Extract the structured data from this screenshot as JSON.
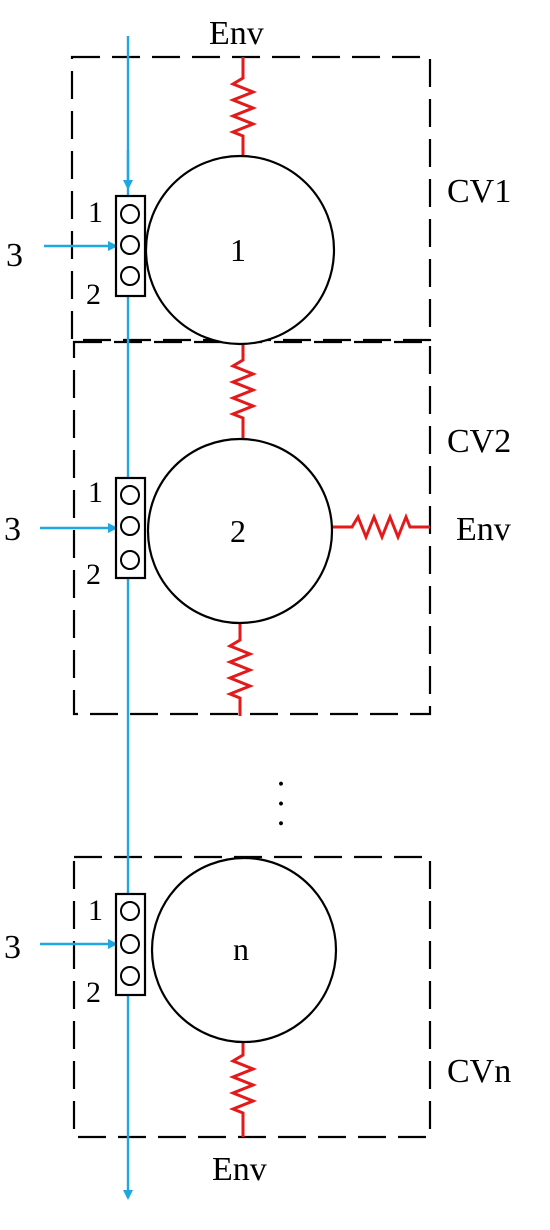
{
  "colors": {
    "flow": "#1ea7e1",
    "resistor": "#e41a1a",
    "outline": "#000000"
  },
  "labels": {
    "env_top": "Env",
    "env_mid": "Env",
    "env_bottom": "Env",
    "cv1": "CV1",
    "cv2": "CV2",
    "cvn": "CVn",
    "node1": "1",
    "node2": "2",
    "noden": "n",
    "inlet1": "3",
    "inlet2": "3",
    "inletn": "3",
    "port1_top": "1",
    "port1_bottom": "2",
    "port2_top": "1",
    "port2_bottom": "2",
    "portn_top": "1",
    "portn_bottom": "2",
    "ellipsis": "· · ·"
  }
}
